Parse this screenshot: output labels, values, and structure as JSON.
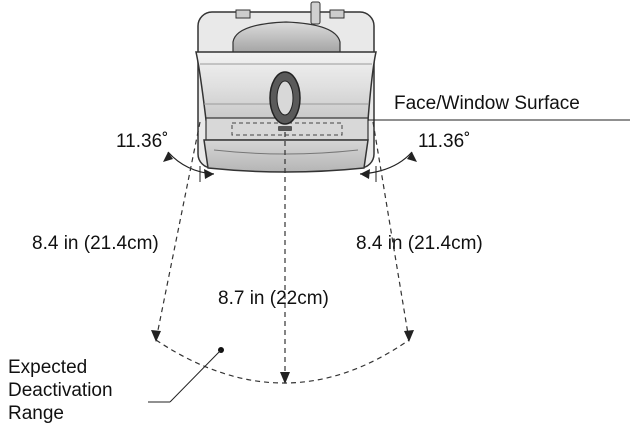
{
  "labels": {
    "face_surface": "Face/Window Surface",
    "angle_left": "11.36˚",
    "angle_right": "11.36˚",
    "side_distance_left": "8.4 in (21.4cm)",
    "side_distance_right": "8.4 in (21.4cm)",
    "center_distance": "8.7 in (22cm)",
    "range_line1": "Expected",
    "range_line2": "Deactivation",
    "range_line3": "Range"
  },
  "colors": {
    "device_light": "#e6e6e6",
    "device_mid": "#cfcfcf",
    "device_dark": "#5a5a5a",
    "line": "#222222"
  }
}
